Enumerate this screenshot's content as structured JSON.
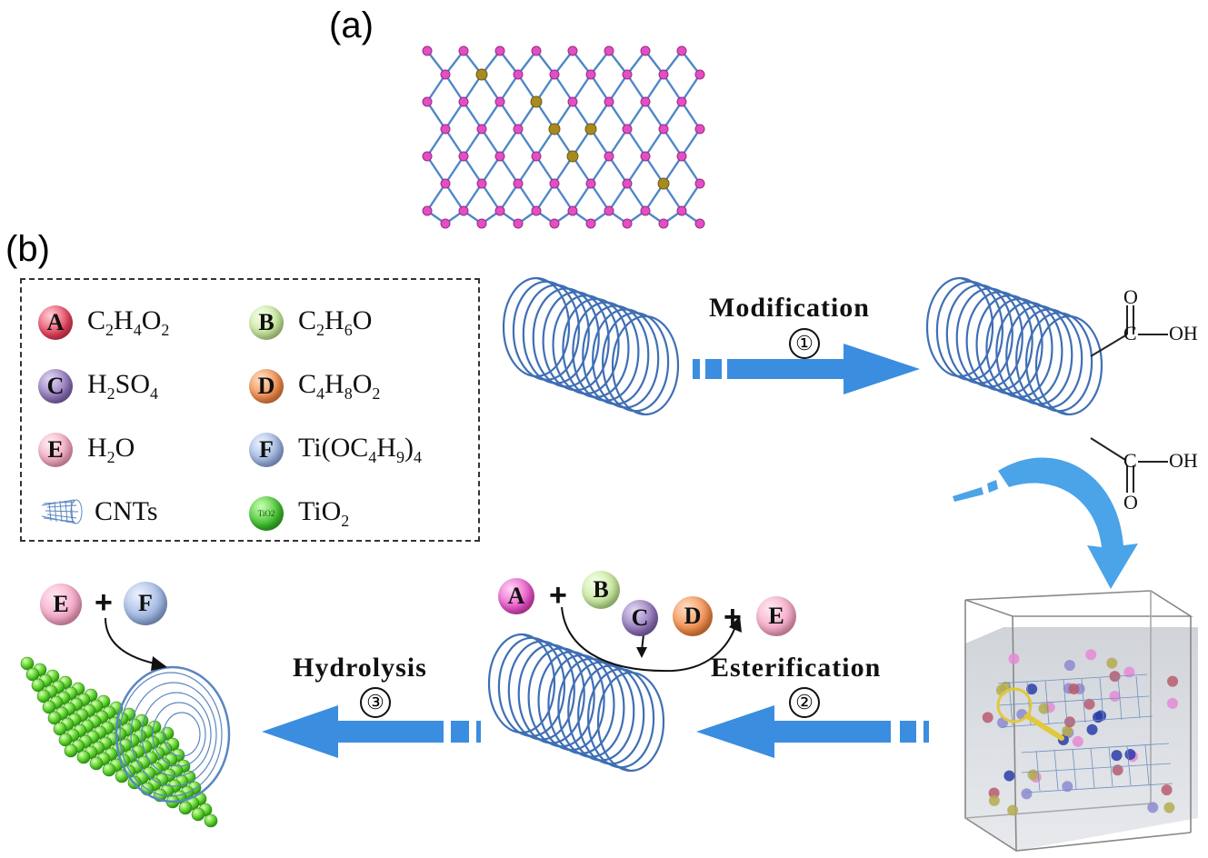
{
  "panels": {
    "a": "(a)",
    "b": "(b)"
  },
  "legend": [
    {
      "letter": "A",
      "formula": [
        "C",
        "2",
        "H",
        "4",
        "O",
        "2"
      ],
      "color": "#e8405a"
    },
    {
      "letter": "B",
      "formula": [
        "C",
        "2",
        "H",
        "6",
        "O"
      ],
      "color": "#c6e79a"
    },
    {
      "letter": "C",
      "formula": [
        "H",
        "2",
        "SO",
        "4"
      ],
      "color": "#8e73b9"
    },
    {
      "letter": "D",
      "formula": [
        "C",
        "4",
        "H",
        "8",
        "O",
        "2"
      ],
      "color": "#f08a48"
    },
    {
      "letter": "E",
      "formula": [
        "H",
        "2",
        "O"
      ],
      "color": "#f4a6bd"
    },
    {
      "letter": "F",
      "formula": [
        "Ti(OC",
        "4",
        "H",
        "9",
        ")",
        "4"
      ],
      "color": "#9bb3e0"
    },
    {
      "letter": "",
      "formula": [
        "CNTs"
      ],
      "icon": "cnt-icon"
    },
    {
      "letter": "TiO2",
      "formula": [
        "TiO",
        "2"
      ],
      "color": "#3cbf2a"
    }
  ],
  "steps": {
    "modification": {
      "label": "Modification",
      "num": "①"
    },
    "esterification": {
      "label": "Esterification",
      "num": "②"
    },
    "hydrolysis": {
      "label": "Hydrolysis",
      "num": "③"
    }
  },
  "carboxyl": {
    "c": "C",
    "o": "O",
    "oh": "OH"
  },
  "reaction": {
    "a": "A",
    "b": "B",
    "c": "C",
    "d": "D",
    "e": "E",
    "f": "F",
    "plus": "+"
  },
  "colors": {
    "arrow": "#3b8de0",
    "cnt": "#3f6fb5",
    "ti": "#5fd22c"
  }
}
